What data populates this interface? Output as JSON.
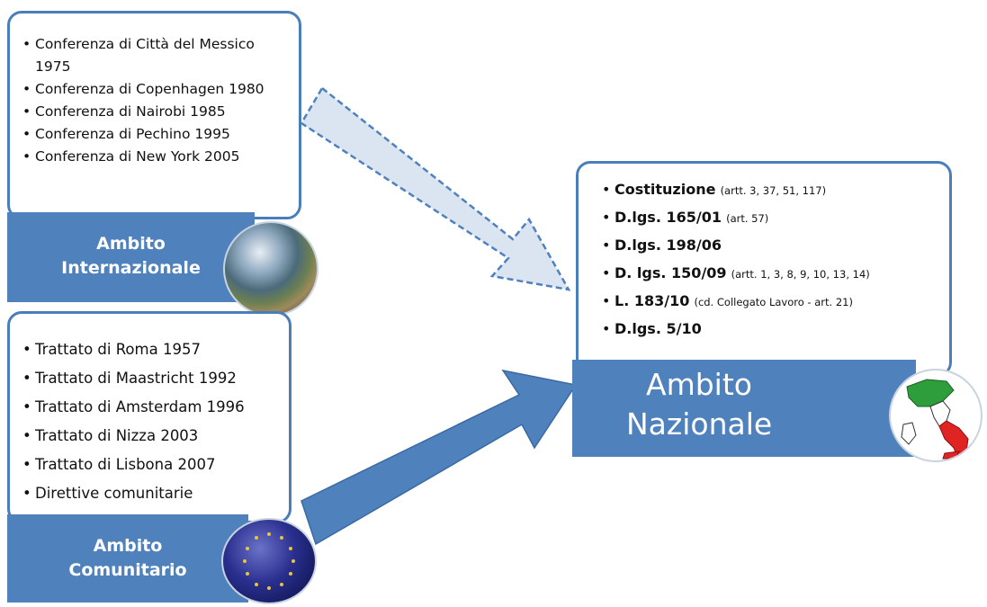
{
  "internazionale": {
    "items": [
      "Conferenza di Città del Messico 1975",
      "Conferenza di Copenhagen 1980",
      "Conferenza di Nairobi 1985",
      "Conferenza di Pechino 1995",
      "Conferenza di New York 2005"
    ],
    "label_line1": "Ambito",
    "label_line2": "Internazionale"
  },
  "comunitario": {
    "items": [
      "Trattato di Roma 1957",
      "Trattato di Maastricht 1992",
      "Trattato di Amsterdam 1996",
      "Trattato di Nizza 2003",
      "Trattato di Lisbona 2007",
      "Direttive comunitarie"
    ],
    "label_line1": "Ambito",
    "label_line2": "Comunitario"
  },
  "nazionale": {
    "items": [
      {
        "main": "Costituzione",
        "note": "(artt. 3, 37, 51, 117)"
      },
      {
        "main": "D.lgs. 165/01",
        "note": "(art. 57)"
      },
      {
        "main": "D.lgs. 198/06",
        "note": ""
      },
      {
        "main": "D. lgs. 150/09",
        "note": "(artt. 1, 3, 8, 9, 10, 13, 14)"
      },
      {
        "main": "L. 183/10",
        "note": "(cd. Collegato Lavoro - art. 21)"
      },
      {
        "main": "D.lgs. 5/10",
        "note": ""
      }
    ],
    "label_line1": "Ambito",
    "label_line2": "Nazionale"
  },
  "colors": {
    "box_border": "#4a7ebb",
    "label_fill": "#4f81bd",
    "arrow_fill": "#4f81bd",
    "dashed_arrow_fill": "#dbe5f1"
  }
}
